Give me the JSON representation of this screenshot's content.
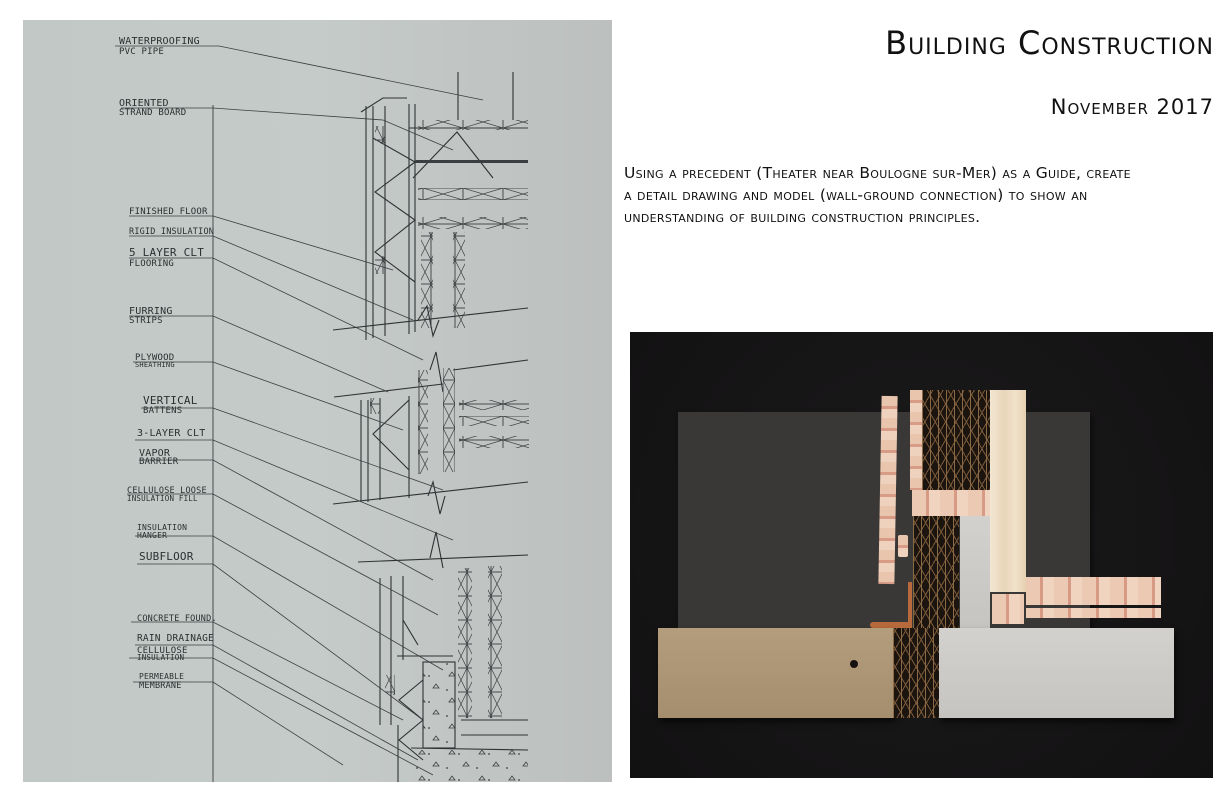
{
  "header": {
    "title": "Building Construction",
    "date": "November 2017"
  },
  "description": {
    "lines": [
      "Using a precedent (Theater near Boulogne sur-Mer) as a Guide, create",
      "a detail drawing and model (wall-ground connection) to show an",
      "understanding of building construction principles."
    ]
  },
  "drawing": {
    "type": "hand-drawn wall section detail",
    "labels": [
      {
        "line1": "WATERPROOFING",
        "line2": "PVC PIPE"
      },
      {
        "line1": "ORIENTED",
        "line2": "STRAND BOARD"
      },
      {
        "line1": "FINISHED FLOOR",
        "line2": ""
      },
      {
        "line1": "RIGID INSULATION",
        "line2": ""
      },
      {
        "line1": "5 LAYER CLT",
        "line2": "FLOORING"
      },
      {
        "line1": "FURRING",
        "line2": "STRIPS"
      },
      {
        "line1": "PLYWOOD",
        "line2": "SHEATHING"
      },
      {
        "line1": "VERTICAL",
        "line2": "BATTENS"
      },
      {
        "line1": "3-LAYER CLT",
        "line2": ""
      },
      {
        "line1": "VAPOR",
        "line2": "BARRIER"
      },
      {
        "line1": "CELLULOSE  LOOSE",
        "line2": "INSULATION  FILL"
      },
      {
        "line1": "INSULATION",
        "line2": "HANGER"
      },
      {
        "line1": "SUBFLOOR",
        "line2": ""
      },
      {
        "line1": "CONCRETE FOUND.",
        "line2": ""
      },
      {
        "line1": "RAIN DRAINAGE",
        "line2": ""
      },
      {
        "line1": "CELLULOSE",
        "line2": "INSULATION"
      },
      {
        "line1": "PERMEABLE",
        "line2": "MEMBRANE"
      }
    ]
  },
  "photo": {
    "subject": "physical model of wall-ground connection",
    "materials": [
      "black board",
      "chipboard",
      "grey board",
      "corrugated cardboard",
      "basswood",
      "balsa wood",
      "copper wire"
    ]
  }
}
